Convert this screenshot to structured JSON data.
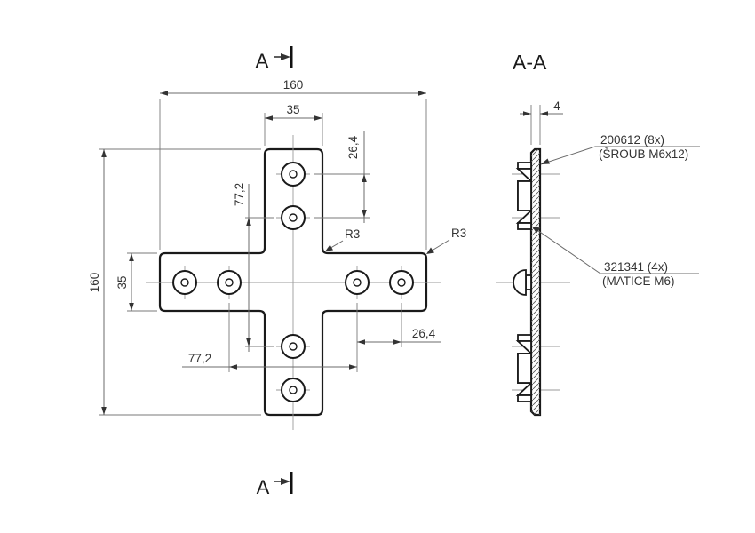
{
  "drawing": {
    "front_view": {
      "section_marker_top": "A",
      "section_marker_bottom": "A",
      "dim_width": "160",
      "dim_height": "160",
      "dim_arm_width_top": "35",
      "dim_arm_width_left": "35",
      "dim_hole_pitch_vertical": "26,4",
      "dim_hole_pitch_horizontal": "26,4",
      "dim_hole_span_vertical": "77,2",
      "dim_hole_span_horizontal": "77,2",
      "dim_radius_inner": "R3",
      "dim_radius_outer": "R3"
    },
    "section_view": {
      "title": "A-A",
      "dim_thickness": "4",
      "callout_screw": {
        "part_number": "200612 (8x)",
        "description": "(ŠROUB M6x12)"
      },
      "callout_nut": {
        "part_number": "321341 (4x)",
        "description": "(MATICE M6)"
      }
    }
  }
}
